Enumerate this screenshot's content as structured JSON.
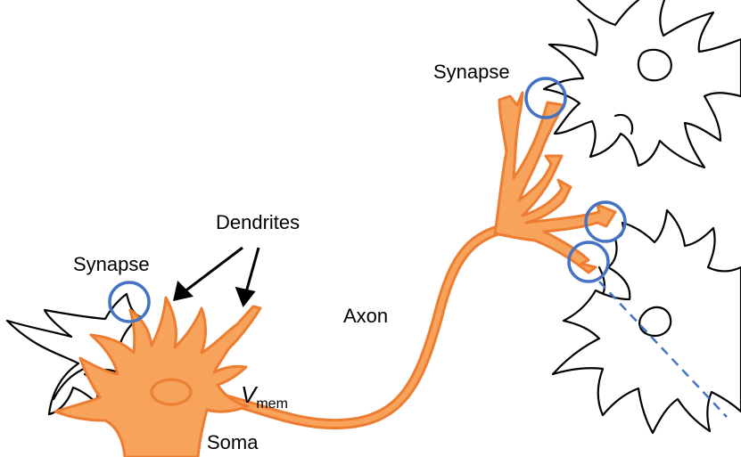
{
  "labels": {
    "dendrites": "Dendrites",
    "synapse_left": "Synapse",
    "synapse_top": "Synapse",
    "axon": "Axon",
    "soma": "Soma",
    "vmem_symbol": "V",
    "vmem_subscript": "mem"
  },
  "colors": {
    "neuron_fill": "#f7a35c",
    "neuron_stroke": "#ed7d31",
    "synapse_circle": "#4472c4",
    "outline": "#000000"
  }
}
